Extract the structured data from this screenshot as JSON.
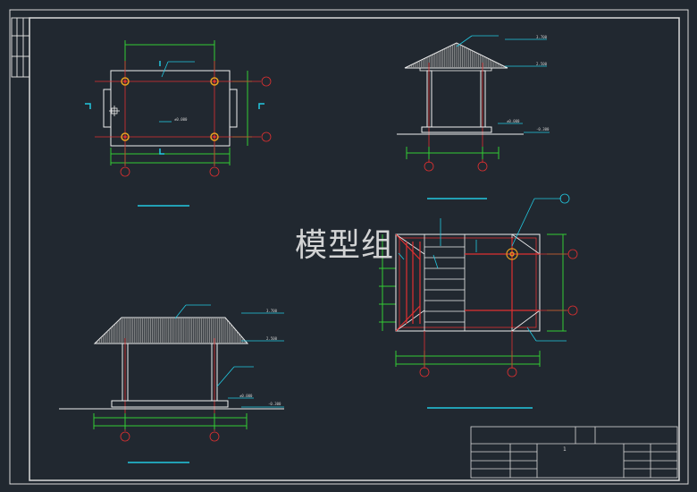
{
  "watermark": "模型组",
  "sheet_number": "1",
  "plan_view": {
    "elevation_mark": "±0.000"
  },
  "front_elevation": {
    "level_top": "3.700",
    "level_eave": "2.500",
    "level_floor": "±0.000",
    "level_ground": "-0.300"
  },
  "side_elevation": {
    "level_top": "3.700",
    "level_eave": "2.500",
    "level_floor": "±0.000",
    "level_ground": "-0.300"
  },
  "colors": {
    "background": "#212830",
    "border": "#d9d9d9",
    "outline": "#f0f0f0",
    "dimension": "#33cc33",
    "axis": "#e03030",
    "annotation": "#22c8e0",
    "roof_hatch": "#b8b8b8"
  }
}
